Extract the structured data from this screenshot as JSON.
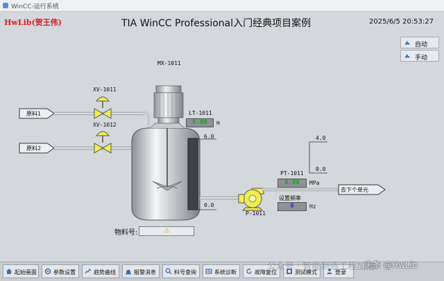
{
  "window": {
    "app_title": "WinCC-运行系统"
  },
  "header": {
    "brand": "HwLib(贺王伟)",
    "title": "TIA WinCC Professional入门经典项目案例",
    "datetime": "2025/6/5 20:53:27"
  },
  "mode_buttons": [
    {
      "label": "自动",
      "icon": "auto-hand-icon"
    },
    {
      "label": "手动",
      "icon": "manual-hand-icon"
    }
  ],
  "process": {
    "mixer_tag": "MX-1011",
    "valve1_tag": "XV-1011",
    "valve2_tag": "XV-1012",
    "raw1_label": "原料1",
    "raw2_label": "原料2",
    "level_tag": "LT-1011",
    "level_value": "0.00",
    "level_unit": "m",
    "level_max": "6.0",
    "level_min": "0.0",
    "pressure_tag": "PT-1011",
    "pressure_value": "0.00",
    "pressure_unit": "MPa",
    "pressure_max": "4.0",
    "pressure_min": "0.0",
    "freq_label": "设置频率",
    "freq_value": "0",
    "freq_unit": "Hz",
    "pump_tag": "P-1011",
    "next_unit_label": "去下个单元",
    "material_label": "物料号:",
    "material_value": "⚠"
  },
  "nav": [
    {
      "label": "起始画面",
      "icon": "home-icon"
    },
    {
      "label": "参数设置",
      "icon": "settings-icon"
    },
    {
      "label": "趋势曲线",
      "icon": "trend-icon"
    },
    {
      "label": "报警消息",
      "icon": "alarm-icon"
    },
    {
      "label": "料号查询",
      "icon": "search-icon"
    },
    {
      "label": "系统诊断",
      "icon": "diagnostics-icon"
    },
    {
      "label": "故障复位",
      "icon": "reset-icon"
    },
    {
      "label": "测试模式",
      "icon": "test-icon"
    },
    {
      "label": "登录",
      "icon": "user-icon"
    }
  ],
  "watermark": {
    "line1": "公众号 · 智能制造工程加油",
    "line2": "头条 @HwLib"
  },
  "colors": {
    "background": "#d4d7dc",
    "valve": "#f1ee4f",
    "pump": "#f1ee4f",
    "readout_green": "#1ea31e",
    "readout_blue": "#2233dd",
    "brand_red": "#d81b1b"
  }
}
